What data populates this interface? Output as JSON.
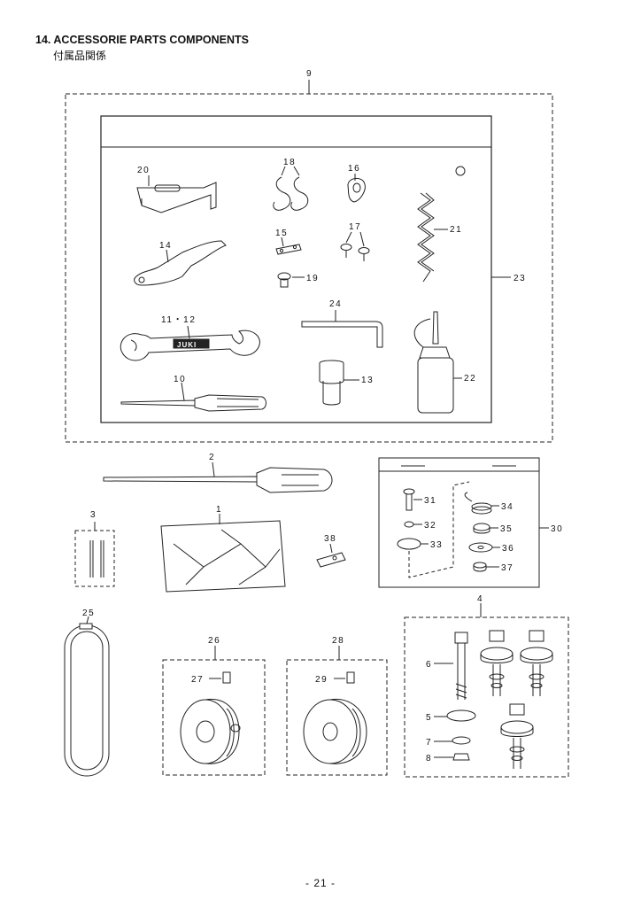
{
  "header": {
    "title": "14. ACCESSORIE PARTS COMPONENTS",
    "subtitle": "付属品関係"
  },
  "callouts": {
    "c1": "1",
    "c2": "2",
    "c3": "3",
    "c4": "4",
    "c5": "5",
    "c6": "6",
    "c7": "7",
    "c8": "8",
    "c9": "9",
    "c10": "10",
    "c11_12": "11・12",
    "c13": "13",
    "c14": "14",
    "c15": "15",
    "c16": "16",
    "c17": "17",
    "c18": "18",
    "c19": "19",
    "c20": "20",
    "c21": "21",
    "c22": "22",
    "c23": "23",
    "c24": "24",
    "c25": "25",
    "c26": "26",
    "c27": "27",
    "c28": "28",
    "c29": "29",
    "c30": "30",
    "c31": "31",
    "c32": "32",
    "c33": "33",
    "c34": "34",
    "c35": "35",
    "c36": "36",
    "c37": "37",
    "c38": "38"
  },
  "wrench_brand": "JUKI",
  "footer": {
    "page_number": "- 21 -"
  }
}
